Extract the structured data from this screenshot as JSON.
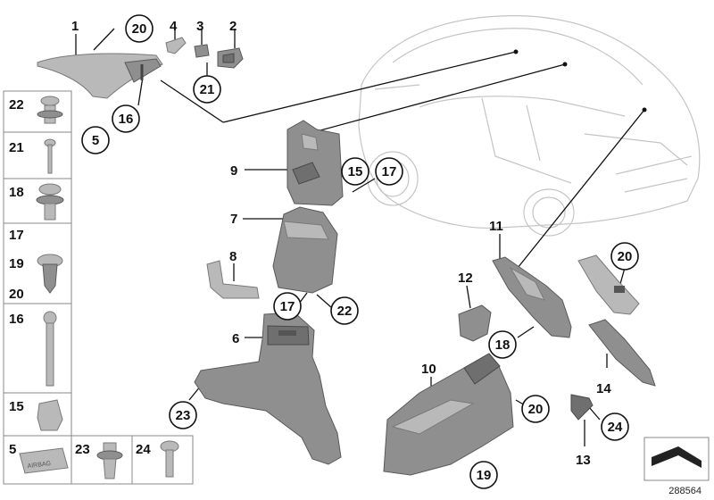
{
  "labels": {
    "p1": "1",
    "p2": "2",
    "p3": "3",
    "p4": "4",
    "p5_top": "5",
    "p5_box": "5",
    "p6": "6",
    "p7": "7",
    "p8": "8",
    "p9": "9",
    "p10": "10",
    "p11": "11",
    "p12": "12",
    "p13": "13",
    "p14": "14",
    "p15_box": "15",
    "p15_a": "15",
    "p16_box": "16",
    "p16_a": "16",
    "p17_box": "17",
    "p17_a": "17",
    "p17_b": "17",
    "p18_box": "18",
    "p18_a": "18",
    "p19_box": "19",
    "p19_a": "19",
    "p20_box": "20",
    "p20_a": "20",
    "p20_b": "20",
    "p20_c": "20",
    "p21_box": "21",
    "p21_a": "21",
    "p22_box": "22",
    "p22_a": "22",
    "p23_box": "23",
    "p23_a": "23",
    "p24_box": "24",
    "p24_a": "24"
  },
  "airbag_stamp": "AIRBAG",
  "reference_number": "288564"
}
